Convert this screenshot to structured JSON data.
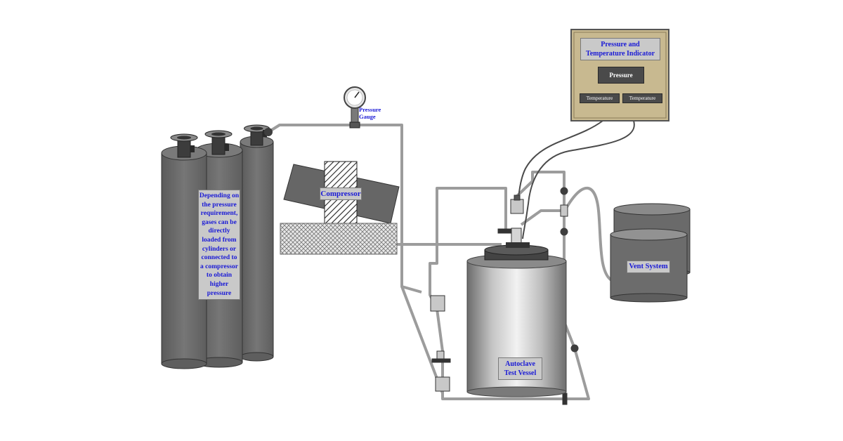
{
  "labels": {
    "cylinders_note": "Depending on the pressure requirement, gases can be directly loaded from cylinders or connected to a compressor to obtain higher pressure",
    "compressor": "Compressor",
    "pressure_gauge_line1": "Pressure",
    "pressure_gauge_line2": "Gauge",
    "indicator_title_line1": "Pressure and",
    "indicator_title_line2": "Temperature Indicator",
    "indicator_pressure": "Pressure",
    "indicator_temperature_1": "Temperature",
    "indicator_temperature_2": "Temperature",
    "vent_system": "Vent System",
    "autoclave_line1": "Autoclave",
    "autoclave_line2": "Test Vessel"
  },
  "colors": {
    "label_text": "#1a1ad6",
    "cylinder": "#6e6e6e",
    "pipe": "#9a9a9a",
    "panel": "#c8b990"
  }
}
